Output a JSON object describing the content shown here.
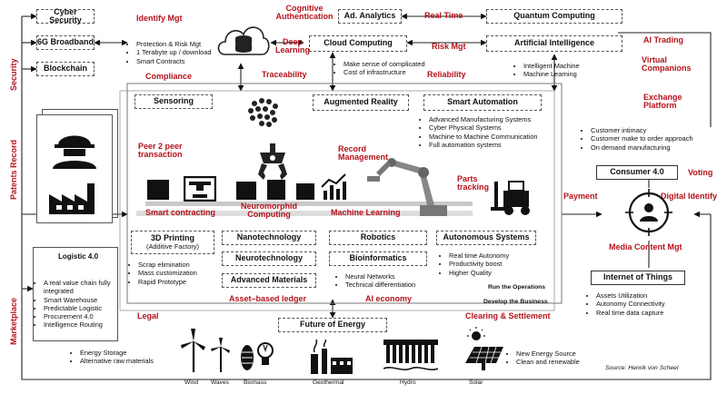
{
  "colors": {
    "accent_red": "#b5121b",
    "ink": "#111111",
    "belt_gray": "#c9c9c9"
  },
  "top_left": {
    "cyber_security": "Cyber Security",
    "broadband": "6G Broadband",
    "blockchain": "Blockchain"
  },
  "cloud": {
    "identify_mgt": "Identify Mgt",
    "bullets": [
      "Protection & Risk Mgt",
      "1 Terabyte up / download",
      "Smart Contracts"
    ],
    "compliance": "Compliance",
    "traceability": "Traceability"
  },
  "top_mid": {
    "cognitive_authentication": "Cognitive Authentication",
    "deep_learning": "Deep Learning",
    "ad_analytics": "Ad. Analytics",
    "cloud_computing": "Cloud Computing",
    "real_time": "Real Time",
    "risk_mgt": "Risk Mgt",
    "cloud_bullets": [
      "Make sense of complicated",
      "Cost of infrastructure"
    ],
    "reliability": "Reliability"
  },
  "top_right": {
    "quantum_computing": "Quantum Computing",
    "artificial_intelligence": "Artificial Intelligence",
    "ai_bullets": [
      "Intelligent Machine",
      "Machine Learning"
    ],
    "ai_trading": "AI Trading",
    "virtual_companions": "Virtual Companions",
    "exchange_platform": "Exchange Platform",
    "consumer_bullets": [
      "Customer intimacy",
      "Customer make to order approach",
      "On demand manufacturing"
    ],
    "consumer": "Consumer 4.0",
    "voting": "Voting",
    "payment": "Payment",
    "digital_identify": "Digital Identify",
    "media_content_mgt": "Media Content Mgt"
  },
  "side_labels": {
    "security": "Security",
    "patents_record": "Patents Record",
    "marketplace": "Marketplace"
  },
  "factory": {
    "sensoring": "Sensoring",
    "augmented_reality": "Augmented Reality",
    "smart_automation": "Smart Automation",
    "automation_bullets": [
      "Advanced Manufacturing Systems",
      "Cyber Physical Systems",
      "Machine to Machine Communication",
      "Full automation systems"
    ],
    "peer2peer": "Peer 2 peer transaction",
    "record_management": "Record Management",
    "parts_tracking": "Parts tracking",
    "smart_contracting": "Smart contracting",
    "neuromorphid_computing": "Neuromorphid Computing",
    "machine_learning": "Machine Learning"
  },
  "tech": {
    "printing_title": "3D Printing",
    "printing_subtitle": "(Additive Factory)",
    "printing_bullets": [
      "Scrap elimination",
      "Mass customization",
      "Rapid Prototype"
    ],
    "nanotechnology": "Nanotechnology",
    "neurotechnology": "Neurotechnology",
    "advanced_materials": "Advanced Materials",
    "robotics": "Robotics",
    "bioinformatics": "Bioinformatics",
    "bio_bullets": [
      "Neural Networks",
      "Technical differentiation"
    ],
    "autonomous_systems": "Autonomous Systems",
    "auto_bullets": [
      "Real time Autonomy",
      "Productivity boost",
      "Higher Quality"
    ],
    "run_operations": "Run the Operations",
    "develop_business": "Develop the Business"
  },
  "bottom": {
    "logistic": "Logistic 4.0",
    "logistic_bullets": [
      "A real value chain fully integrated",
      "Smart Warehouse",
      "Predictable Logistic",
      "Procurement 4.0",
      "Intelligence Routing"
    ],
    "energy_bullets": [
      "Energy Storage",
      "Alternative raw materials"
    ],
    "legal": "Legal",
    "asset_ledger": "Asset–based ledger",
    "ai_economy": "AI economy",
    "clearing": "Clearing & Settlement",
    "future_energy": "Future of Energy",
    "energy_labels": [
      "Wind",
      "Waves",
      "Biomass",
      "Geothermal",
      "Hydro",
      "Solar"
    ],
    "new_energy_bullets": [
      "New Energy Source",
      "Clean and renewable"
    ],
    "iot": "Internet of Things",
    "iot_bullets": [
      "Assets Utilization",
      "Autonomy Connectivity",
      "Real time data capture"
    ],
    "source": "Source: Henrik von Scheel"
  }
}
